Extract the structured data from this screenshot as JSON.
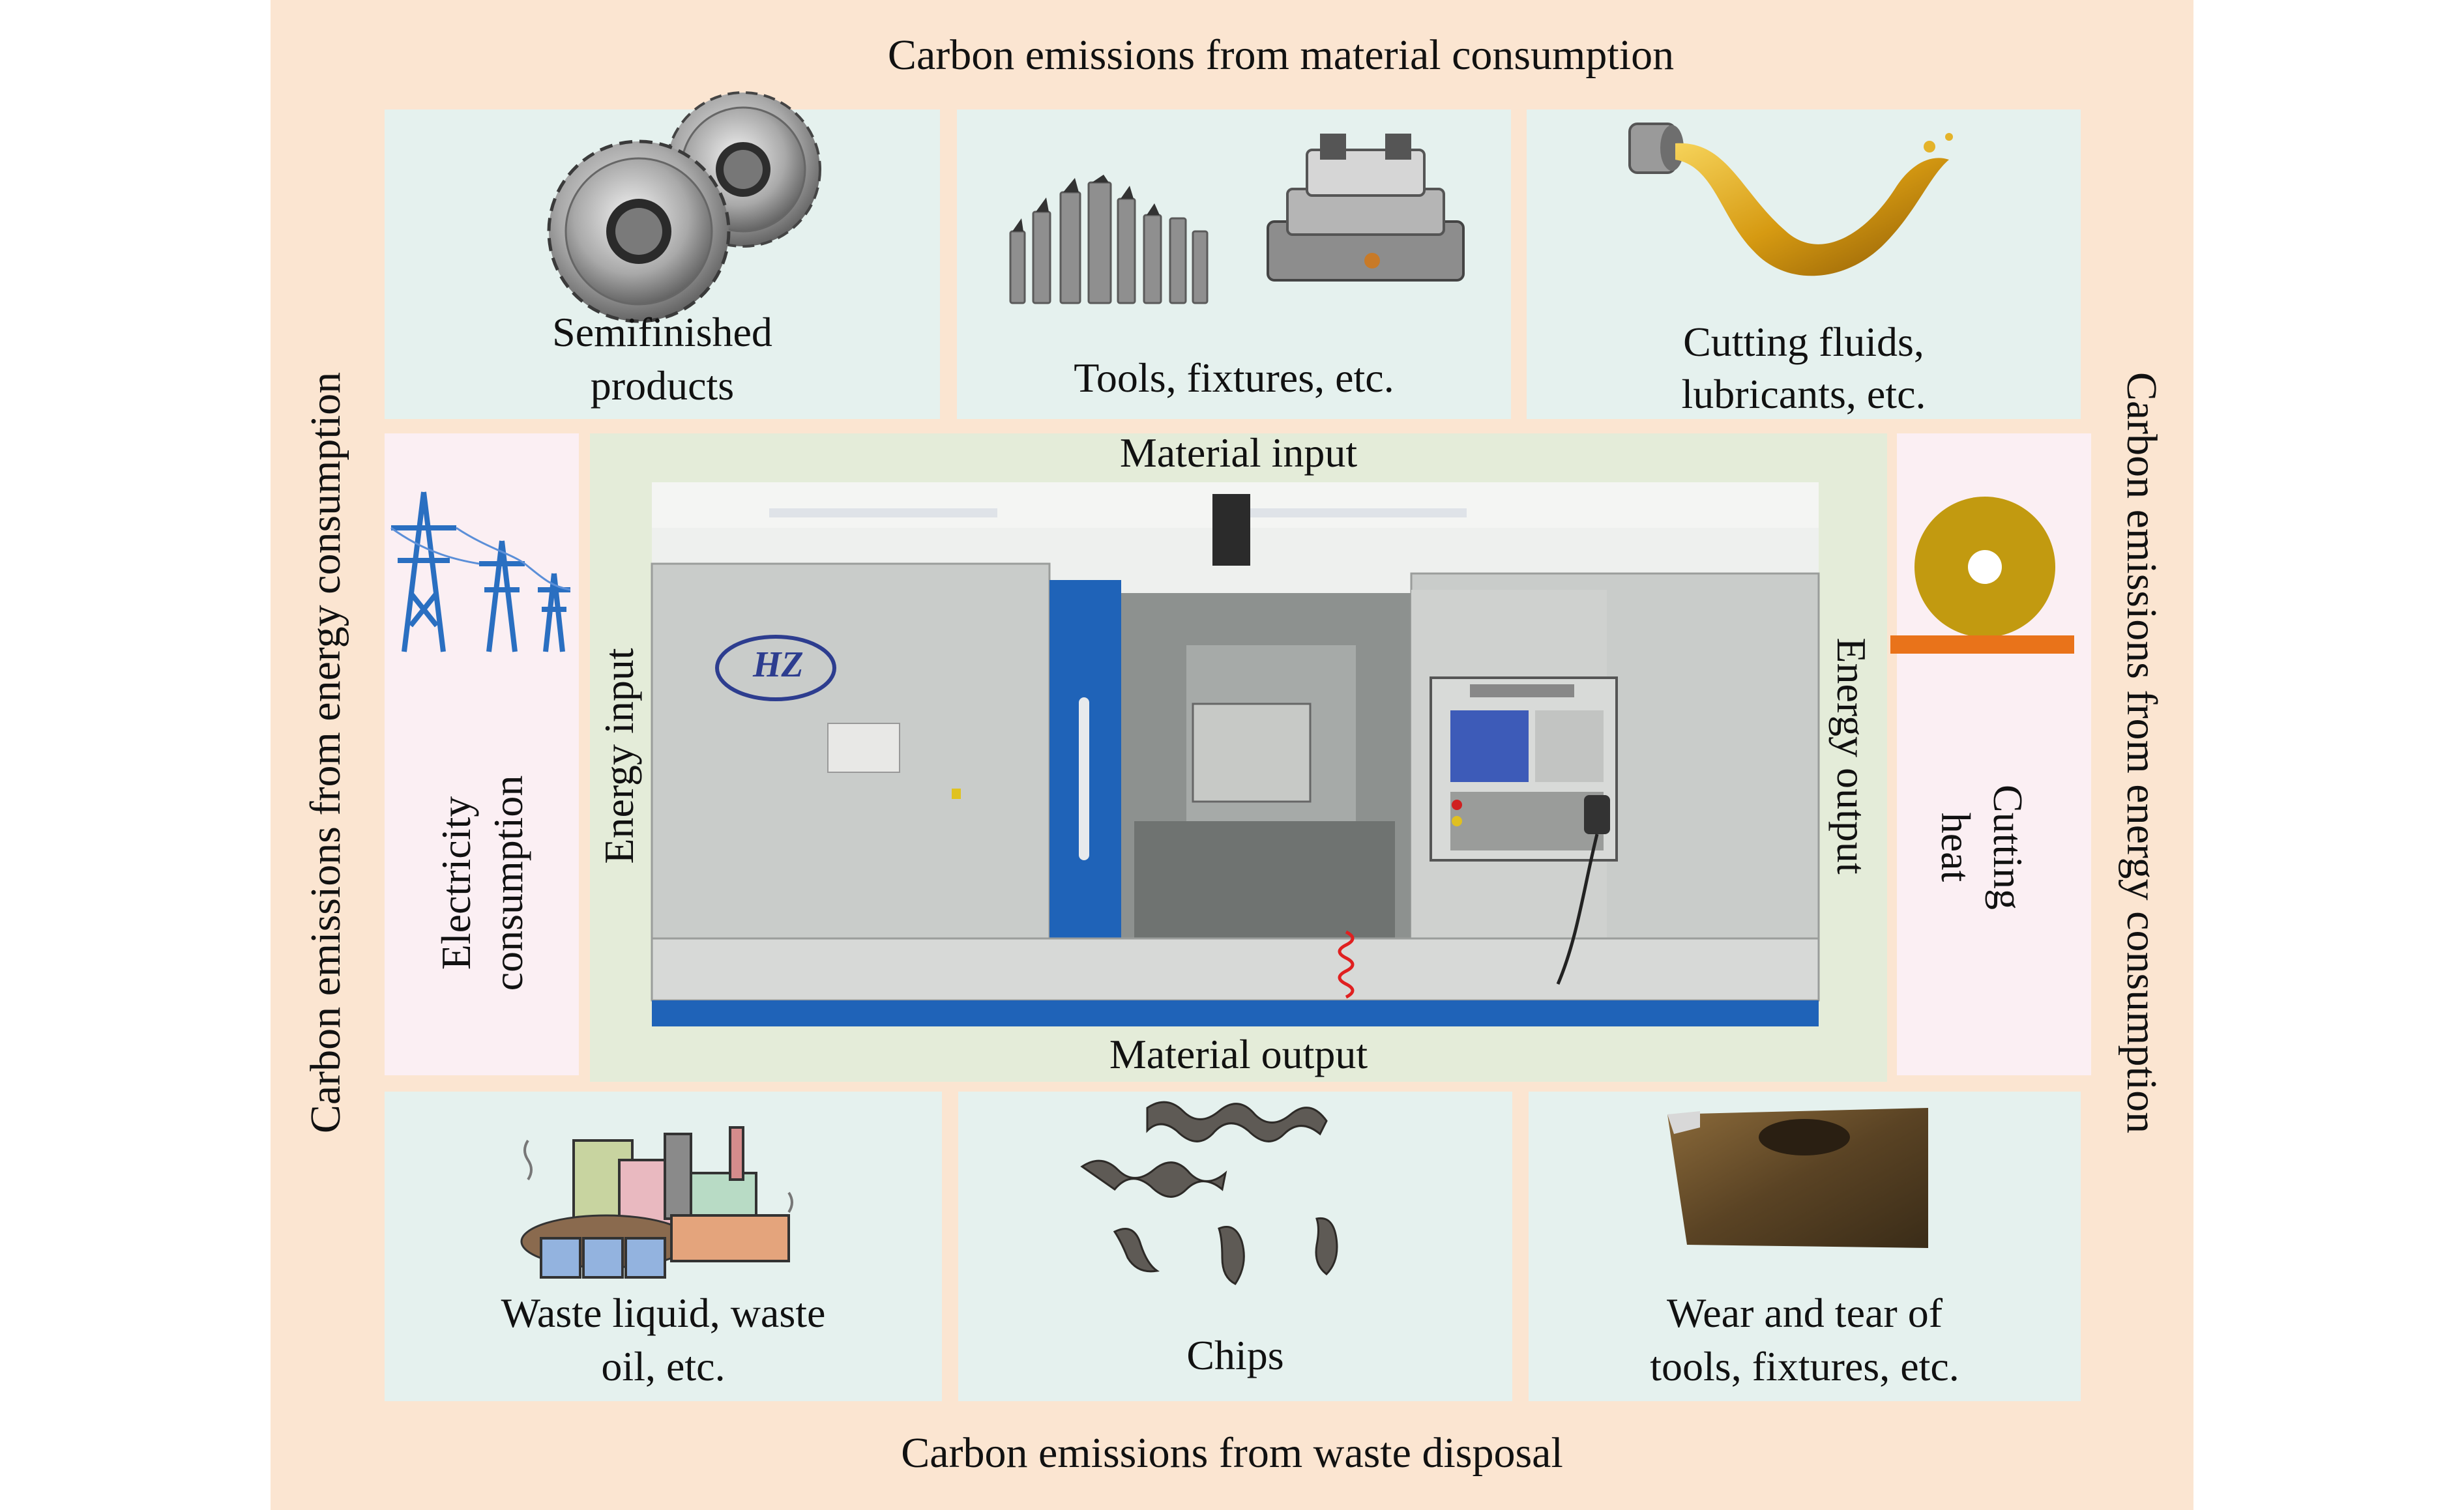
{
  "outer": {
    "top_title": "Carbon emissions from material consumption",
    "bottom_title": "Carbon emissions from waste disposal",
    "left_title": "Carbon emissions from energy consumption",
    "right_title": "Carbon emissions from energy consumption"
  },
  "material_inputs": {
    "semifinished": [
      "Semifinished",
      "products"
    ],
    "tools": "Tools, fixtures, etc.",
    "fluids": [
      "Cutting fluids,",
      "lubricants, etc."
    ]
  },
  "energy": {
    "electricity": [
      "Electricity",
      "consumption"
    ],
    "heat": [
      "Cutting",
      "heat"
    ]
  },
  "center": {
    "material_input": "Material input",
    "material_output": "Material output",
    "energy_input": "Energy input",
    "energy_output": "Energy output",
    "machine_brand": "HZ"
  },
  "waste": {
    "liquid": [
      "Waste liquid, waste",
      "oil, etc."
    ],
    "chips": "Chips",
    "wear": [
      "Wear and tear of",
      "tools, fixtures, etc."
    ]
  },
  "colors": {
    "frame": "#fbe5d1",
    "cell": "#e5f1ee",
    "energy_cell": "#fbeff3",
    "center": "#e4ecd9",
    "machine_blue": "#1f63b8",
    "heat_disc": "#c29a10",
    "heat_bar": "#e9731a"
  }
}
